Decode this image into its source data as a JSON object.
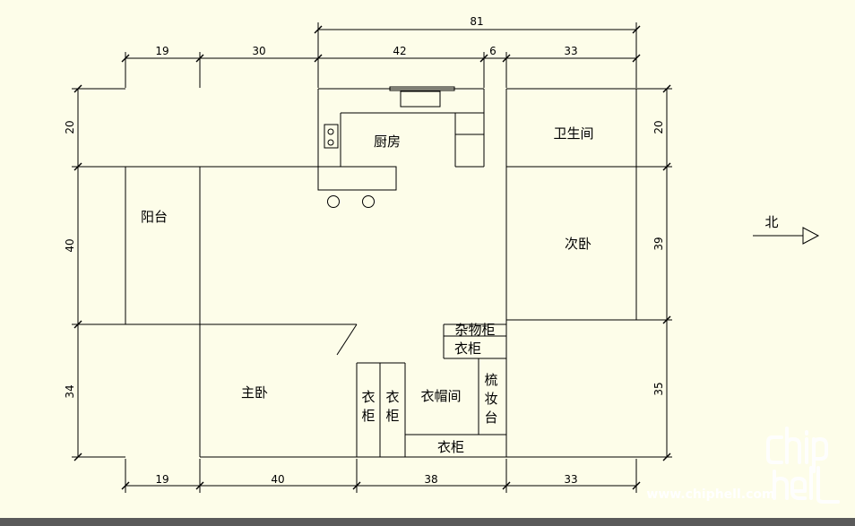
{
  "dimensions": {
    "top_overall": "81",
    "top_1": "19",
    "top_2": "30",
    "top_3": "42",
    "top_4": "6",
    "top_5": "33",
    "bottom_1": "19",
    "bottom_2": "40",
    "bottom_3": "38",
    "bottom_4": "33",
    "left_1": "20",
    "left_2": "40",
    "left_3": "34",
    "right_1": "20",
    "right_2": "39",
    "right_3": "35"
  },
  "rooms": {
    "kitchen": "厨房",
    "bathroom": "卫生间",
    "balcony": "阳台",
    "second_bedroom": "次卧",
    "master_bedroom": "主卧",
    "storage_cabinet": "杂物柜",
    "wardrobe_small": "衣柜",
    "wardrobe_left_1": "衣",
    "wardrobe_left_2": "柜",
    "wardrobe_right_1": "衣",
    "wardrobe_right_2": "柜",
    "cloakroom": "衣帽间",
    "dresser_1": "梳",
    "dresser_2": "妆",
    "dresser_3": "台",
    "wardrobe_bottom": "衣柜"
  },
  "compass": {
    "label": "北"
  },
  "watermark": {
    "logo": "chip hell",
    "url": "www.chiphell.com"
  },
  "colors": {
    "background": "#fdfde9",
    "lines": "#000000",
    "watermark": "#ffffff",
    "bottom_bar": "#5a5a5a"
  }
}
